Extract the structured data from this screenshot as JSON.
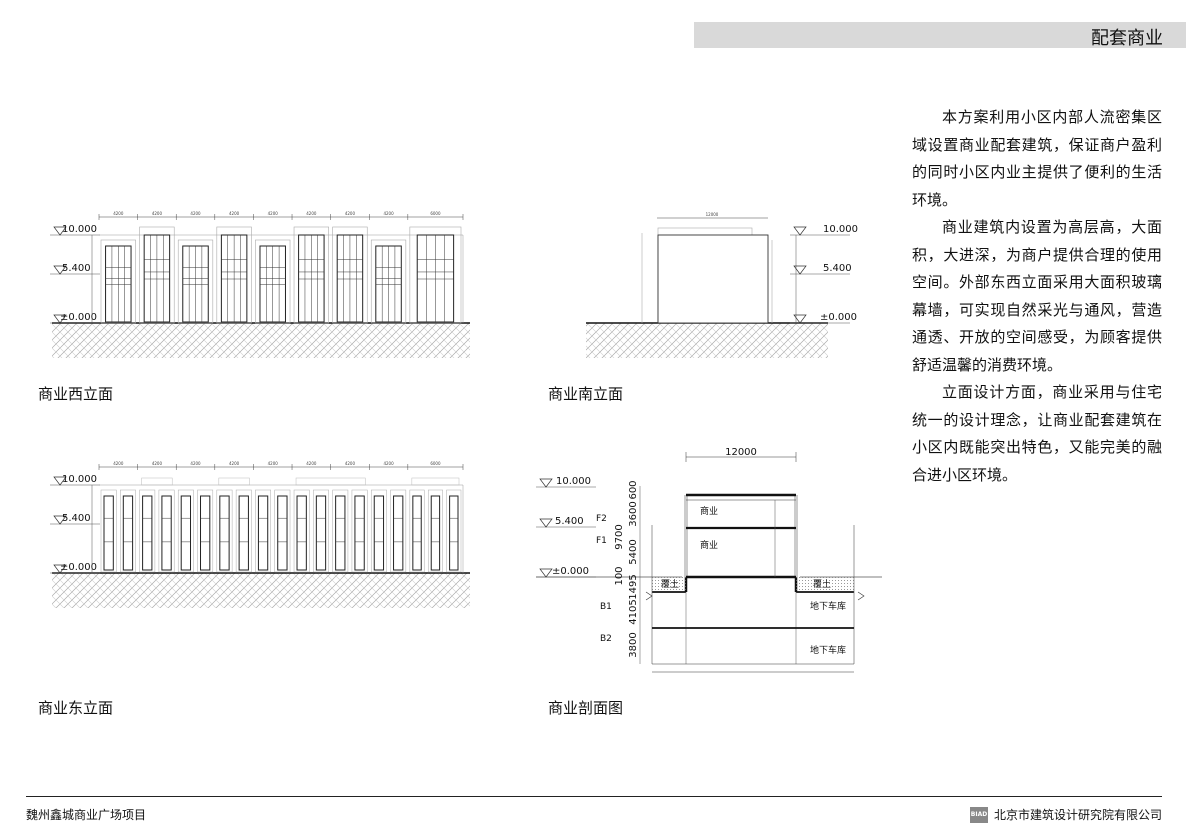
{
  "header": {
    "title": "配套商业"
  },
  "description": [
    "本方案利用小区内部人流密集区域设置商业配套建筑，保证商户盈利的同时小区内业主提供了便利的生活环境。",
    "商业建筑内设置为高层高，大面积，大进深，为商户提供合理的使用空间。外部东西立面采用大面积玻璃幕墙，可实现自然采光与通风，营造通透、开放的空间感受，为顾客提供舒适温馨的消费环境。",
    "立面设计方面，商业采用与住宅统一的设计理念，让商业配套建筑在小区内既能突出特色，又能完美的融合进小区环境。"
  ],
  "levels": [
    "10.000",
    "5.400",
    "±0.000"
  ],
  "drawings": {
    "west": {
      "caption": "商业西立面",
      "bay_dims": [
        "4200",
        "4200",
        "4200",
        "4200",
        "4200",
        "4200",
        "4200",
        "4200",
        "6000"
      ]
    },
    "south": {
      "caption": "商业南立面",
      "width_dim": "12000"
    },
    "east": {
      "caption": "商业东立面",
      "bay_dims": [
        "4200",
        "4200",
        "4200",
        "4200",
        "4200",
        "4200",
        "4200",
        "4200",
        "6000"
      ]
    },
    "section": {
      "caption": "商业剖面图",
      "width_dim": "12000",
      "floors": [
        "F2",
        "F1",
        "B1",
        "B2"
      ],
      "height_dims": [
        "600",
        "3600",
        "9700",
        "5400",
        "100",
        "1495",
        "4105",
        "3800"
      ],
      "room_labels": {
        "commercial": "商业",
        "soil": "覆土",
        "garage": "地下车库"
      }
    }
  },
  "footer": {
    "project": "魏州鑫城商业广场项目",
    "logo": "BIAD",
    "company": "北京市建筑设计研究院有限公司"
  }
}
